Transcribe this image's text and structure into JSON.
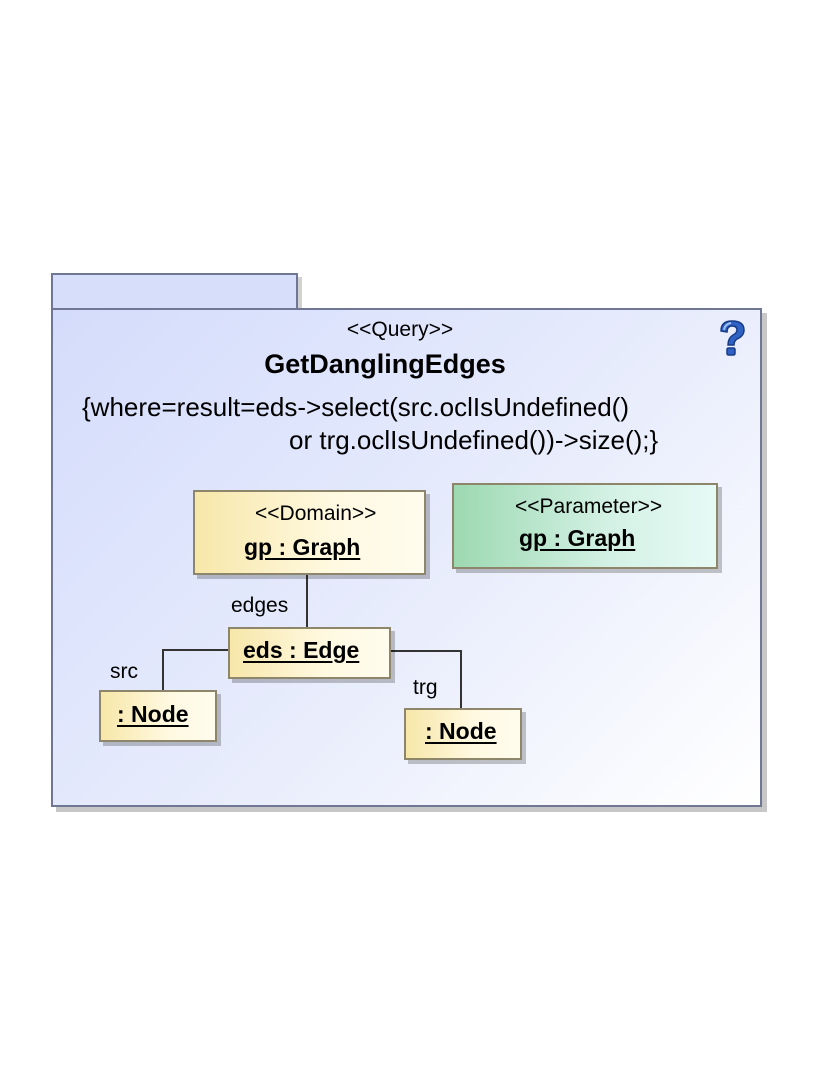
{
  "diagram": {
    "query_stereotype": "<<Query>>",
    "query_name": "GetDanglingEdges",
    "constraint_line1": "{where=result=eds->select(src.oclIsUndefined()",
    "constraint_line2": "or trg.oclIsUndefined())->size();}",
    "help_icon": "question-mark-icon",
    "domain_object": {
      "stereotype": "<<Domain>>",
      "name": "gp : Graph"
    },
    "parameter_object": {
      "stereotype": "<<Parameter>>",
      "name": "gp : Graph"
    },
    "edge_object": {
      "name": "eds : Edge"
    },
    "src_node": {
      "name": ": Node"
    },
    "trg_node": {
      "name": ": Node"
    },
    "roles": {
      "edges": "edges",
      "src": "src",
      "trg": "trg"
    },
    "colors": {
      "package_fill": "#d6defa",
      "package_border": "#6f7794",
      "object_yellow": "#f7e7a9",
      "object_green": "#9dd9b1",
      "object_border": "#8e866a"
    }
  }
}
